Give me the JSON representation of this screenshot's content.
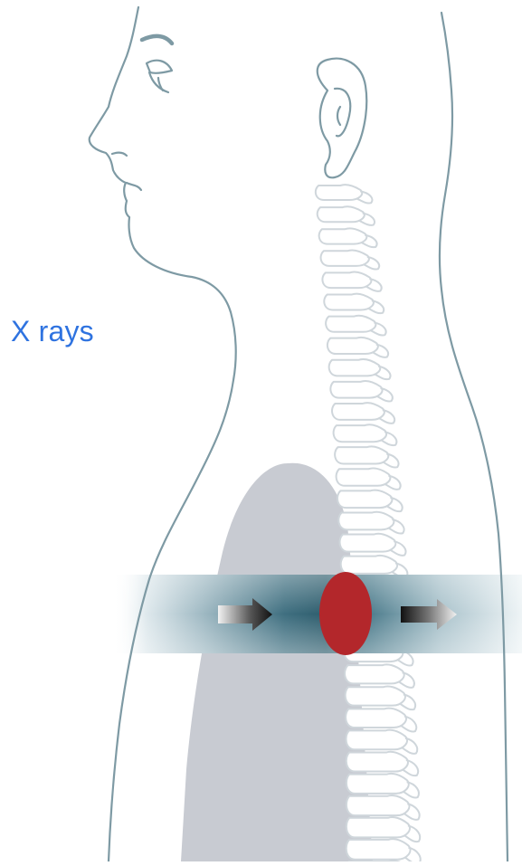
{
  "diagram": {
    "label": "X rays",
    "colors": {
      "label": "#2f73e0",
      "outline": "#7e9aa4",
      "lung": "#c8cbd2",
      "spine_fill": "#ffffff",
      "spine_stroke": "#cfd6db",
      "beam_dark": "#2e5d6d",
      "beam_light": "#e7eff2",
      "tumor": "#b3272b",
      "arrow_dark": "#111111",
      "arrow_light": "#f2f2f2"
    },
    "elements": {
      "head_profile": "head-and-neck-outline",
      "ear": "ear-outline",
      "eye": "eye-outline",
      "spine": "cervical-and-thoracic-spine",
      "lung": "lung-silhouette",
      "beam": "x-ray-beam",
      "tumor": "tumor",
      "arrow_in": "incoming-beam-arrow",
      "arrow_out": "outgoing-beam-arrow"
    }
  }
}
